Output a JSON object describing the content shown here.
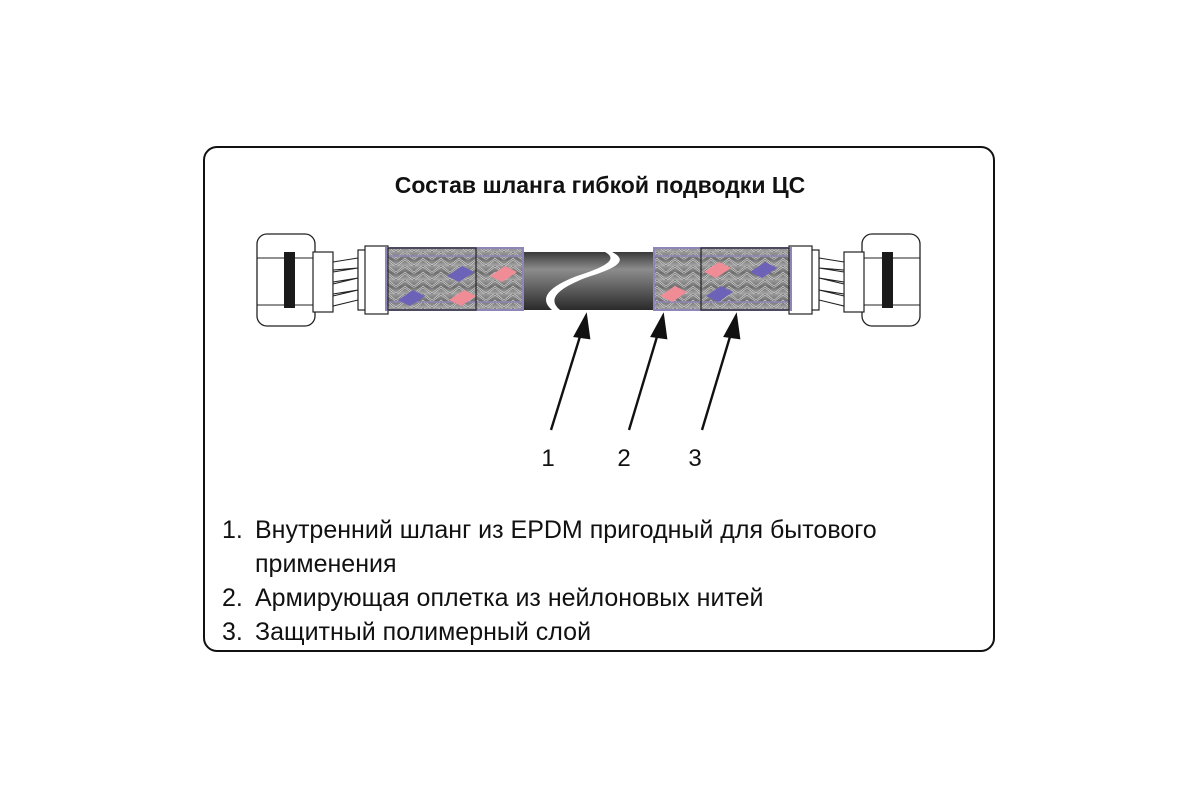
{
  "title": "Состав шланга гибкой подводки ЦС",
  "callouts": [
    "1",
    "2",
    "3"
  ],
  "legend": [
    {
      "num": "1.",
      "text": "Внутренний шланг из EPDM пригодный для бытового применения"
    },
    {
      "num": "2.",
      "text": "Армирующая оплетка из нейлоновых нитей"
    },
    {
      "num": "3.",
      "text": "Защитный полимерный слой"
    }
  ],
  "colors": {
    "hose": "#6a6a6a",
    "braid_outline": "#8f86b8",
    "red_thread": "#f08c96",
    "blue_thread": "#6c62b8",
    "line": "#111111"
  }
}
